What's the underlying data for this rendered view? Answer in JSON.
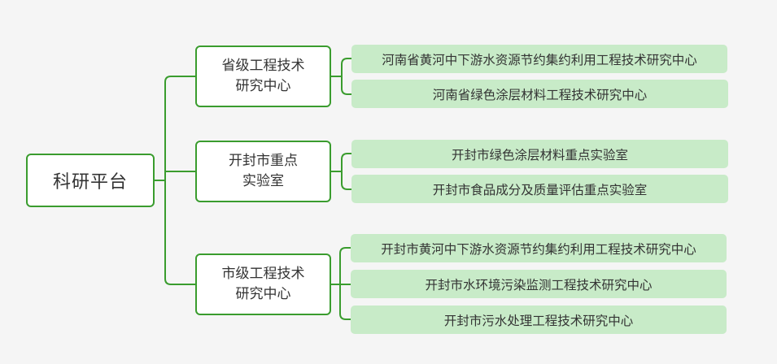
{
  "colors": {
    "background": "#f5f5f5",
    "line": "#3a9c2e",
    "node_border": "#3a9c2e",
    "leaf_fill": "#c8ebc8",
    "text": "#333333"
  },
  "root": {
    "label": "科研平台"
  },
  "branches": [
    {
      "label": "省级工程技术\n研究中心",
      "leaves": [
        "河南省黄河中下游水资源节约集约利用工程技术研究中心",
        "河南省绿色涂层材料工程技术研究中心"
      ]
    },
    {
      "label": "开封市重点\n实验室",
      "leaves": [
        "开封市绿色涂层材料重点实验室",
        "开封市食品成分及质量评估重点实验室"
      ]
    },
    {
      "label": "市级工程技术\n研究中心",
      "leaves": [
        "开封市黄河中下游水资源节约集约利用工程技术研究中心",
        "开封市水环境污染监测工程技术研究中心",
        "开封市污水处理工程技术研究中心"
      ]
    }
  ]
}
